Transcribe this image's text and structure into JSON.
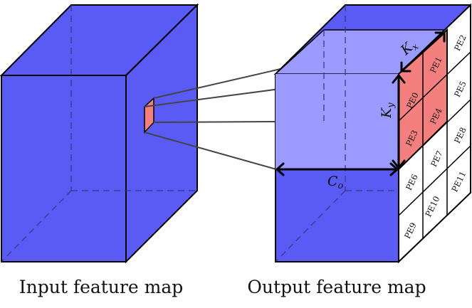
{
  "captions": {
    "input": "Input feature map",
    "output": "Output feature map"
  },
  "dims": {
    "kx_main": "K",
    "kx_sub": "x",
    "ky_main": "K",
    "ky_sub": "y",
    "co_main": "C",
    "co_sub": "o"
  },
  "pe_labels": [
    "PE0",
    "PE1",
    "PE2",
    "PE3",
    "PE4",
    "PE5",
    "PE6",
    "PE7",
    "PE8",
    "PE9",
    "PE10",
    "PE11"
  ],
  "colors": {
    "cube_fill": "#5a5af5",
    "cube_front_output": "#9b9bff",
    "highlight": "#f47f7f",
    "pe_cell": "#ffffff",
    "lines": "#000000"
  }
}
